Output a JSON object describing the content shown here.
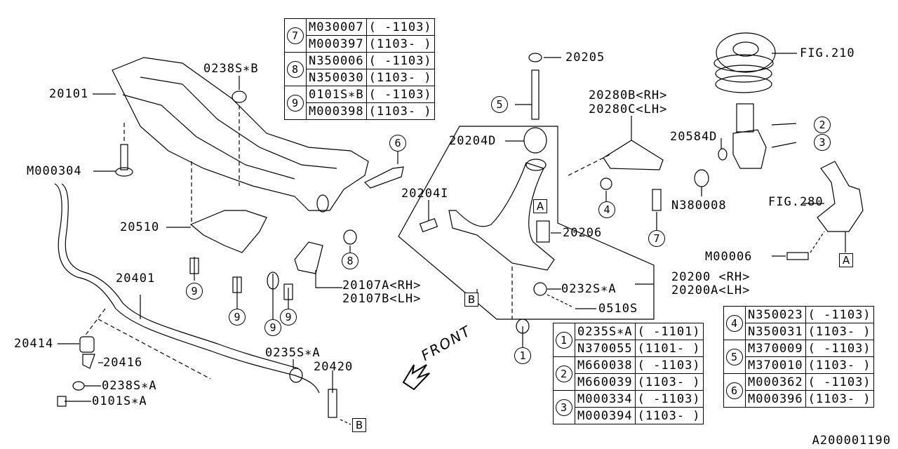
{
  "diagram": {
    "id": "A200001190",
    "front_label": "FRONT"
  },
  "callouts": {
    "p20101": "20101",
    "m000304": "M000304",
    "p20510": "20510",
    "p0238sb": "0238S∗B",
    "p20401": "20401",
    "p20414": "20414",
    "p20416": "20416",
    "p0238sa": "0238S∗A",
    "p0101sa": "0101S∗A",
    "p20107a": "20107A<RH>",
    "p20107b": "20107B<LH>",
    "p0235sa": "0235S∗A",
    "p20420": "20420",
    "p20205": "20205",
    "p20204d": "20204D",
    "p20204i": "20204I",
    "p20206": "20206",
    "p0232sa": "0232S∗A",
    "p0510s": "0510S",
    "p20200": "20200 <RH>",
    "p20200a": "20200A<LH>",
    "p20280b": "20280B<RH>",
    "p20280c": "20280C<LH>",
    "p20584d": "20584D",
    "n380008": "N380008",
    "fig210": "FIG.210",
    "fig280": "FIG.280",
    "m00006": "M00006"
  },
  "ref_markers": {
    "c1": "1",
    "c2": "2",
    "c3": "3",
    "c4": "4",
    "c5": "5",
    "c6": "6",
    "c7": "7",
    "c8": "8",
    "c9": "9",
    "boxA": "A",
    "boxB": "B"
  },
  "tables": {
    "top": [
      {
        "ref": "7",
        "rows": [
          {
            "part": "M030007",
            "range": "( -1103)"
          },
          {
            "part": "M000397",
            "range": "(1103- )"
          }
        ]
      },
      {
        "ref": "8",
        "rows": [
          {
            "part": "N350006",
            "range": "( -1103)"
          },
          {
            "part": "N350030",
            "range": "(1103- )"
          }
        ]
      },
      {
        "ref": "9",
        "rows": [
          {
            "part": "0101S∗B",
            "range": "( -1103)"
          },
          {
            "part": "M000398",
            "range": "(1103- )"
          }
        ]
      }
    ],
    "bottom_mid": [
      {
        "ref": "1",
        "rows": [
          {
            "part": "0235S∗A",
            "range": "( -1101)"
          },
          {
            "part": "N370055",
            "range": "(1101- )"
          }
        ]
      },
      {
        "ref": "2",
        "rows": [
          {
            "part": "M660038",
            "range": "( -1103)"
          },
          {
            "part": "M660039",
            "range": "(1103- )"
          }
        ]
      },
      {
        "ref": "3",
        "rows": [
          {
            "part": "M000334",
            "range": "( -1103)"
          },
          {
            "part": "M000394",
            "range": "(1103- )"
          }
        ]
      }
    ],
    "bottom_right": [
      {
        "ref": "4",
        "rows": [
          {
            "part": "N350023",
            "range": "( -1103)"
          },
          {
            "part": "N350031",
            "range": "(1103- )"
          }
        ]
      },
      {
        "ref": "5",
        "rows": [
          {
            "part": "M370009",
            "range": "( -1103)"
          },
          {
            "part": "M370010",
            "range": "(1103- )"
          }
        ]
      },
      {
        "ref": "6",
        "rows": [
          {
            "part": "M000362",
            "range": "( -1103)"
          },
          {
            "part": "M000396",
            "range": "(1103- )"
          }
        ]
      }
    ]
  }
}
